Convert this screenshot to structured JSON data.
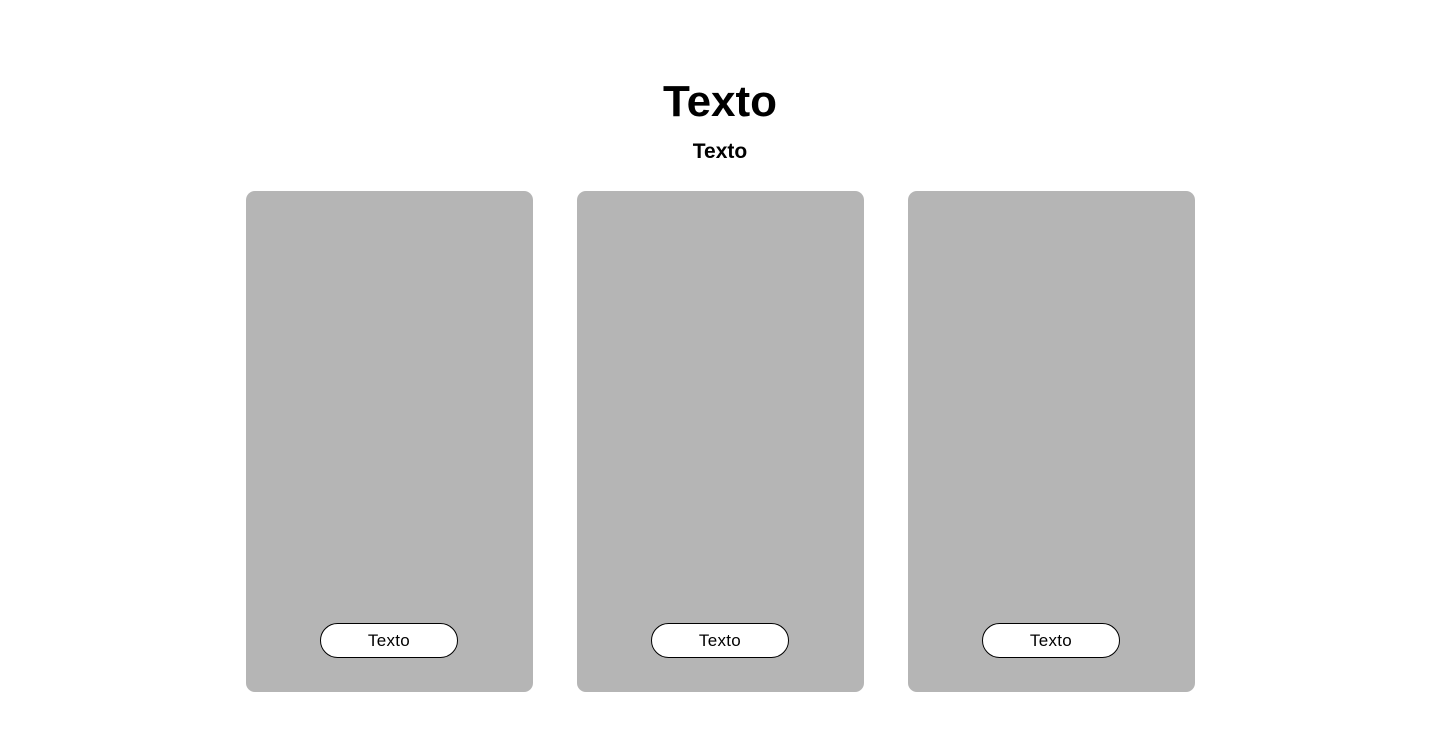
{
  "header": {
    "title": "Texto",
    "subtitle": "Texto"
  },
  "cards": [
    {
      "button_label": "Texto"
    },
    {
      "button_label": "Texto"
    },
    {
      "button_label": "Texto"
    }
  ],
  "colors": {
    "background": "#ffffff",
    "card_fill": "#b5b5b5",
    "button_fill": "#ffffff",
    "button_border": "#000000",
    "text": "#000000"
  }
}
